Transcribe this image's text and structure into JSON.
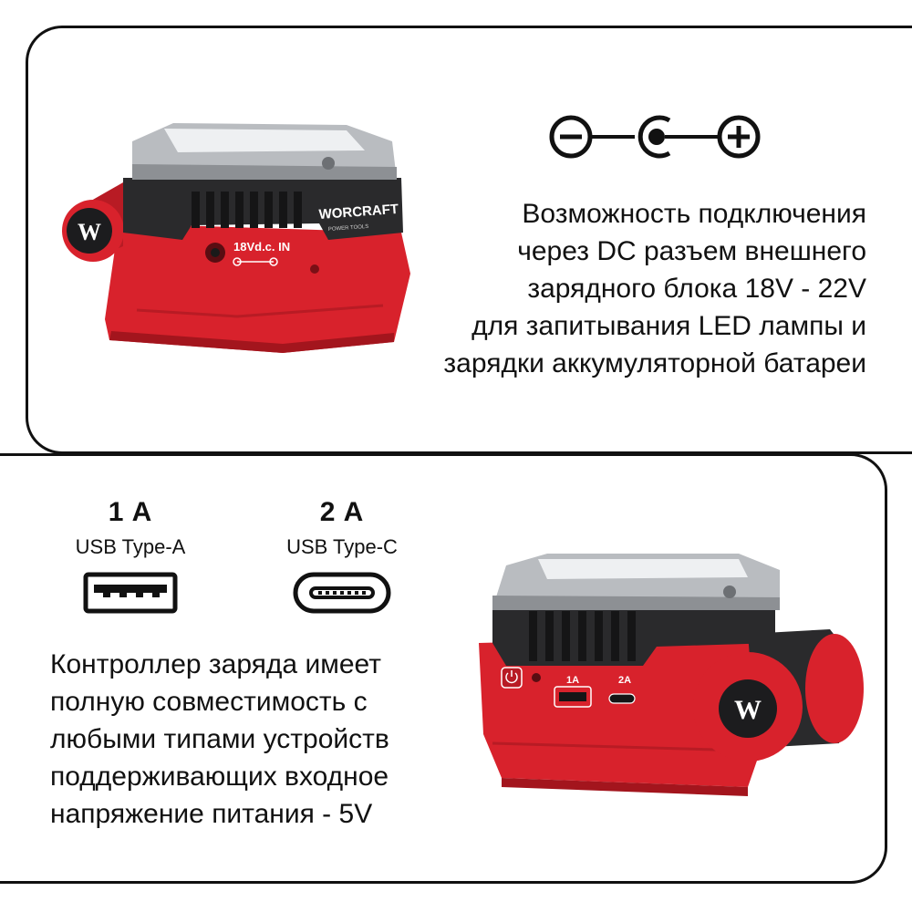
{
  "top_section": {
    "device_labels": {
      "brand": "WORCRAFT",
      "brand_tagline": "POWER TOOLS",
      "logo_letter": "W",
      "port_label": "18Vd.c. IN"
    },
    "dc_polarity_symbol": {
      "left": "negative",
      "center": "dc-jack",
      "right": "positive"
    },
    "description_lines": [
      "Возможность подключения",
      "через DC разъем внешнего",
      "зарядного блока  18V - 22V",
      "для запитывания LED лампы и",
      "зарядки аккумуляторной батареи"
    ]
  },
  "bottom_section": {
    "usb_ports": [
      {
        "current": "1 A",
        "type": "USB Type-A"
      },
      {
        "current": "2 A",
        "type": "USB Type-C"
      }
    ],
    "device_labels": {
      "port_a_label": "1A",
      "port_c_label": "2A",
      "logo_letter": "W"
    },
    "description_lines": [
      "Контроллер заряда имеет",
      "полную совместимость с",
      "любыми типами устройств",
      "поддерживающих входное",
      "напряжение питания - 5V"
    ]
  },
  "colors": {
    "device_red": "#d8222c",
    "device_dark_red": "#a3151d",
    "housing_black": "#2a2a2c",
    "lamp_silver": "#b9bcc0",
    "outline": "#111111"
  }
}
